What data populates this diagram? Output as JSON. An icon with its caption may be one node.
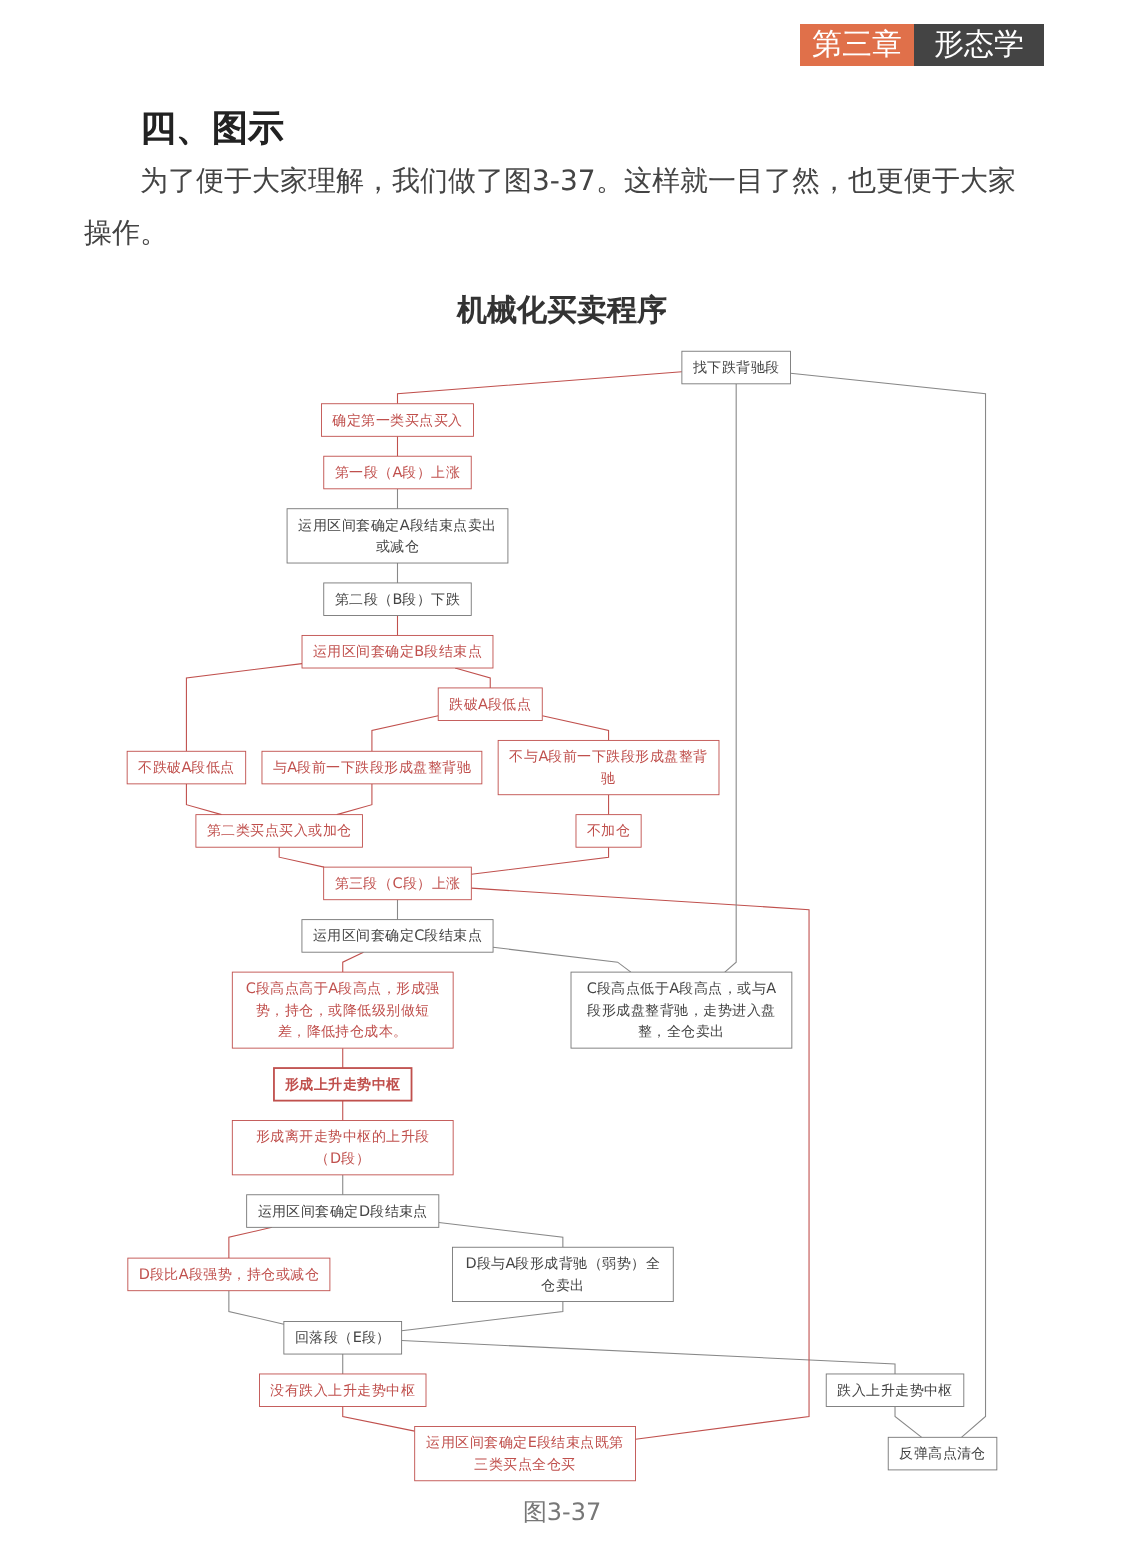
{
  "diagram": {
    "title": "机械化买卖程序",
    "caption": "图3-37",
    "labels": [
      "第三章",
      "形态学",
      "四、图示",
      "为了便于大家理解，我们做了图3-37。这样就一目了然，也更便于大家操作。"
    ],
    "nodes": [
      {
        "text": [
          "找下跌背驰段"
        ]
      },
      {
        "text": [
          "确定第一类买点买入"
        ]
      },
      {
        "text": [
          "第一段（A段）上涨"
        ]
      },
      {
        "text": [
          "运用区间套确定A段结束点卖出或减仓"
        ]
      },
      {
        "text": [
          "第二段（B段）下跌"
        ]
      },
      {
        "text": [
          "运用区间套确定B段结束点"
        ]
      },
      {
        "text": [
          "不跌破A段低点"
        ]
      },
      {
        "text": [
          "跌破A段低点"
        ]
      },
      {
        "text": [
          "与A段前一下跌段形成盘整背驰"
        ]
      },
      {
        "text": [
          "不与A段前一下跌段形成盘整背驰"
        ]
      },
      {
        "text": [
          "第二类买点买入或加仓"
        ]
      },
      {
        "text": [
          "不加仓"
        ]
      },
      {
        "text": [
          "第三段（C段）上涨"
        ]
      },
      {
        "text": [
          "运用区间套确定C段结束点"
        ]
      },
      {
        "text": [
          "C段高点高于A段高点，形成强势，持仓，或降低级别做短差，降低持仓成本。"
        ]
      },
      {
        "text": [
          "C段高点低于A段高点，或与A段形成盘整背驰，走势进入盘整，全仓卖出"
        ]
      },
      {
        "text": [
          "形成上升走势中枢"
        ]
      },
      {
        "text": [
          "形成离开走势中枢的上升段（D段）"
        ]
      },
      {
        "text": [
          "运用区间套确定D段结束点"
        ]
      },
      {
        "text": [
          "D段比A段强势，持仓或减仓"
        ]
      },
      {
        "text": [
          "D段与A段形成背驰（弱势）全仓卖出"
        ]
      },
      {
        "text": [
          "回落段（E段）"
        ]
      },
      {
        "text": [
          "没有跌入上升走势中枢"
        ]
      },
      {
        "text": [
          "跌入上升走势中枢"
        ]
      },
      {
        "text": [
          "运用区间套确定E段结束点既第三类买点全仓买"
        ]
      },
      {
        "text": [
          "反弹高点清仓"
        ]
      }
    ],
    "edges": [
      {
        "from": 0,
        "to": 1,
        "arrow": "none"
      },
      {
        "from": 1,
        "to": 2,
        "arrow": "none"
      },
      {
        "from": 2,
        "to": 3,
        "arrow": "none",
        "color": "#888888"
      },
      {
        "from": 3,
        "to": 4,
        "arrow": "none",
        "color": "#888888"
      },
      {
        "from": 4,
        "to": 5,
        "arrow": "none"
      },
      {
        "from": 5,
        "to": 6,
        "arrow": "none"
      },
      {
        "from": 5,
        "to": 7,
        "arrow": "none"
      },
      {
        "from": 6,
        "to": 10,
        "arrow": "none"
      },
      {
        "from": 7,
        "to": 8,
        "arrow": "none"
      },
      {
        "from": 7,
        "to": 9,
        "arrow": "none"
      },
      {
        "from": 8,
        "to": 10,
        "arrow": "none"
      },
      {
        "from": 9,
        "to": 11,
        "arrow": "none"
      },
      {
        "from": 10,
        "to": 12,
        "arrow": "none"
      },
      {
        "from": 11,
        "to": 12,
        "arrow": "none"
      },
      {
        "from": 12,
        "to": 13,
        "arrow": "none",
        "color": "#888888"
      },
      {
        "from": 13,
        "to": 14,
        "arrow": "none"
      },
      {
        "from": 13,
        "to": 15,
        "arrow": "none",
        "color": "#888888"
      },
      {
        "from": 14,
        "to": 16,
        "arrow": "none"
      },
      {
        "from": 16,
        "to": 17,
        "arrow": "none"
      },
      {
        "from": 17,
        "to": 18,
        "arrow": "none",
        "color": "#888888"
      },
      {
        "from": 18,
        "to": 19,
        "arrow": "none"
      },
      {
        "from": 18,
        "to": 20,
        "arrow": "none",
        "color": "#888888"
      },
      {
        "from": 19,
        "to": 21,
        "arrow": "none",
        "color": "#888888"
      },
      {
        "from": 20,
        "to": 21,
        "arrow": "none",
        "color": "#888888"
      },
      {
        "from": 21,
        "to": 22,
        "arrow": "none",
        "color": "#888888"
      },
      {
        "from": 21,
        "to": 23,
        "arrow": "none",
        "color": "#888888"
      },
      {
        "from": 22,
        "to": 24,
        "arrow": "none"
      },
      {
        "from": 23,
        "to": 25,
        "arrow": "none",
        "color": "#888888"
      },
      {
        "from": 12,
        "to": 24,
        "arrow": "none"
      },
      {
        "from": 15,
        "to": 0,
        "arrow": "none",
        "color": "#888888"
      },
      {
        "from": 25,
        "to": 0,
        "arrow": "none",
        "color": "#888888"
      }
    ]
  }
}
